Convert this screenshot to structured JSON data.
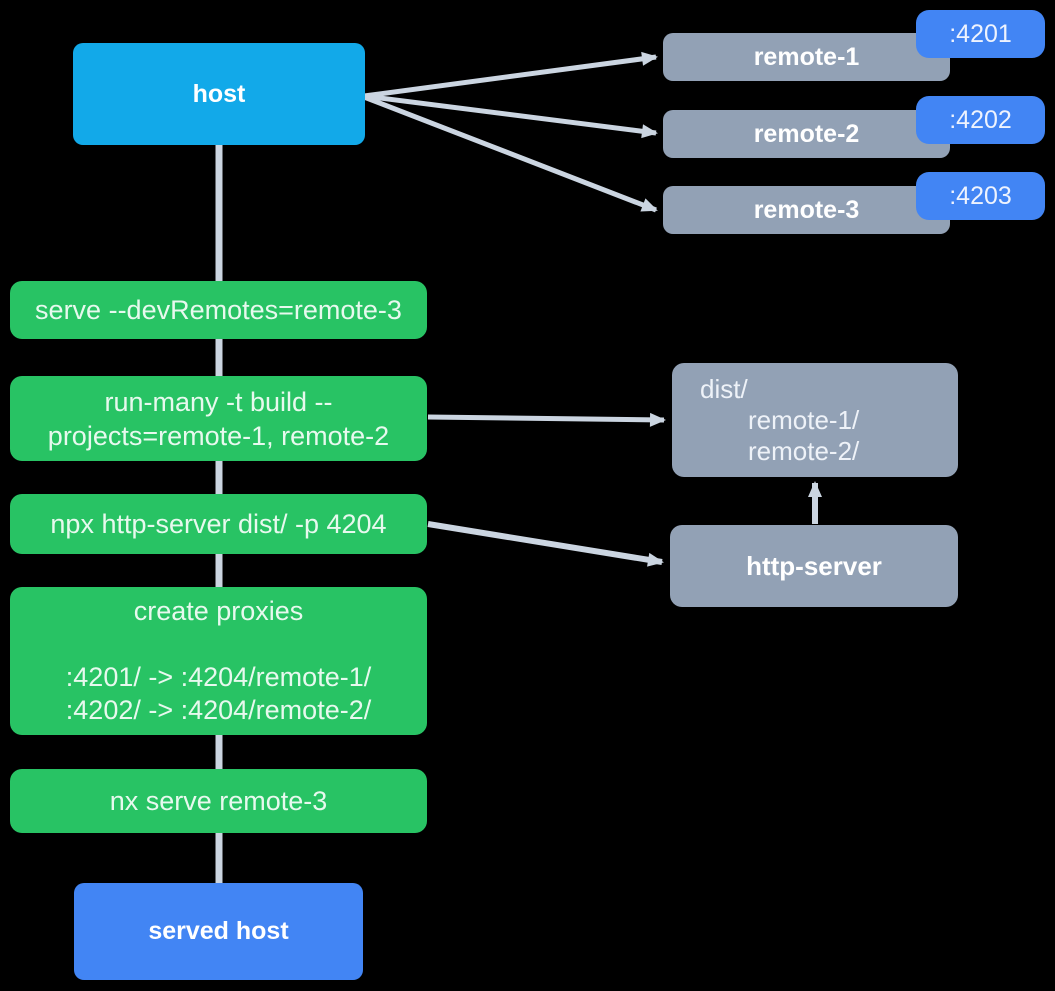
{
  "diagram": {
    "host": {
      "label": "host"
    },
    "remotes": [
      {
        "label": "remote-1",
        "port": ":4201"
      },
      {
        "label": "remote-2",
        "port": ":4202"
      },
      {
        "label": "remote-3",
        "port": ":4203"
      }
    ],
    "steps": [
      {
        "label": "serve --devRemotes=remote-3"
      },
      {
        "label": "run-many -t build --\nprojects=remote-1, remote-2"
      },
      {
        "label": "npx http-server dist/ -p 4204"
      },
      {
        "label": "create proxies\n\n:4201/ -> :4204/remote-1/\n:4202/ -> :4204/remote-2/"
      },
      {
        "label": "nx serve remote-3"
      }
    ],
    "dist_folder": {
      "title": "dist/",
      "items": [
        "remote-1/",
        "remote-2/"
      ]
    },
    "http_server": {
      "label": "http-server"
    },
    "served_host": {
      "label": "served host"
    }
  },
  "colors": {
    "host": "#12a9e9",
    "remote": "#92a1b5",
    "port_badge": "#4285f4",
    "step": "#28c364",
    "served_host": "#4285f4",
    "arrow": "#cbd5e1",
    "background": "#000000"
  }
}
